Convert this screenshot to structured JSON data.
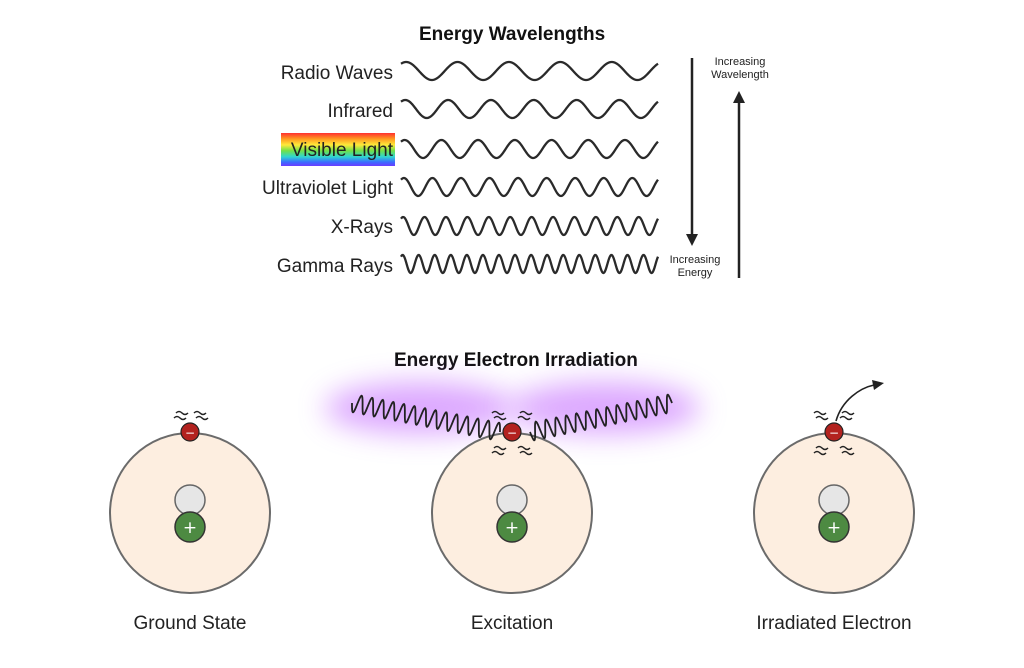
{
  "wavelengths": {
    "title": "Energy Wavelengths",
    "items": [
      {
        "label": "Radio Waves",
        "cycles": 5
      },
      {
        "label": "Infrared",
        "cycles": 6
      },
      {
        "label": "Visible Light",
        "cycles": 7
      },
      {
        "label": "Ultraviolet Light",
        "cycles": 9
      },
      {
        "label": "X-Rays",
        "cycles": 12
      },
      {
        "label": "Gamma Rays",
        "cycles": 16
      }
    ],
    "arrow_wavelength_label": [
      "Increasing",
      "Wavelength"
    ],
    "arrow_energy_label": [
      "Increasing",
      "Energy"
    ]
  },
  "irradiation": {
    "title": "Energy Electron Irradiation",
    "stages": [
      {
        "caption": "Ground State"
      },
      {
        "caption": "Excitation"
      },
      {
        "caption": "Irradiated Electron"
      }
    ],
    "electron_sign": "−",
    "proton_sign": "+"
  },
  "colors": {
    "wave": "#2a2a2a",
    "atom_fill": "#fdeee0",
    "atom_stroke": "#6b6b6b",
    "electron": "#b3221f",
    "proton": "#4d8a42",
    "neutron": "#e6e6e6",
    "glow": "#c060ff"
  }
}
